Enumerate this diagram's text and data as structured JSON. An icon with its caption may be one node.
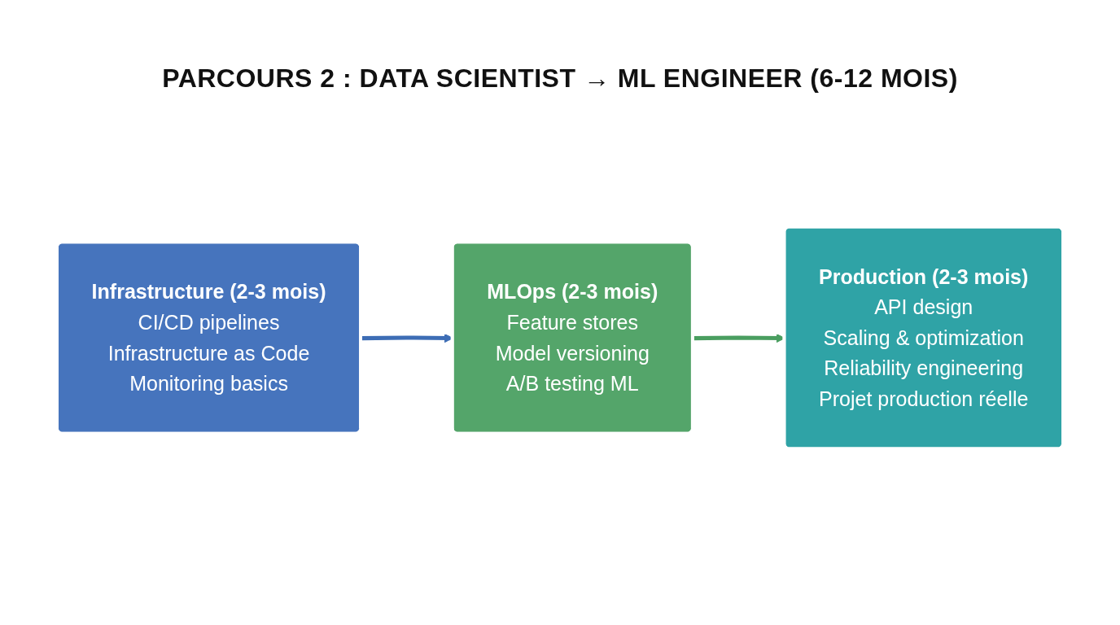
{
  "diagram": {
    "title": "PARCOURS 2 : DATA SCIENTIST → ML ENGINEER (6-12 MOIS)",
    "nodes": [
      {
        "text": [
          "Infrastructure (2-3 mois)",
          "CI/CD pipelines",
          "Infrastructure as Code",
          "Monitoring basics"
        ]
      },
      {
        "text": [
          "MLOps (2-3 mois)",
          "Feature stores",
          "Model versioning",
          "A/B testing ML"
        ]
      },
      {
        "text": [
          "Production (2-3 mois)",
          "API design",
          "Scaling & optimization",
          "Reliability engineering",
          "Projet production réelle"
        ]
      }
    ],
    "edges": [
      {
        "from": 0,
        "to": 1,
        "arrow": "to",
        "color": "#3d6db5"
      },
      {
        "from": 1,
        "to": 2,
        "arrow": "to",
        "color": "#4a9e60"
      }
    ]
  }
}
